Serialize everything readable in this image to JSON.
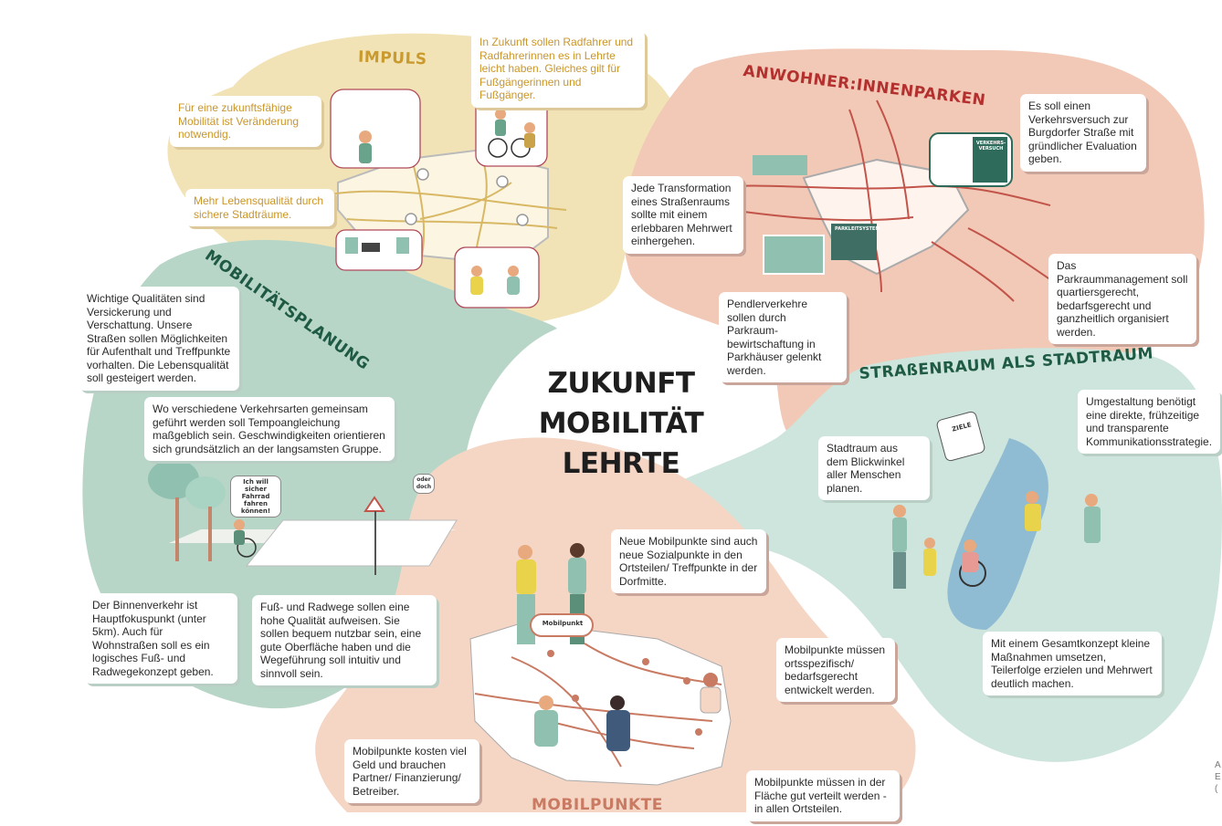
{
  "colors": {
    "impuls_bg": "#f2e3b7",
    "parken_bg": "#f1c9b6",
    "planung_bg": "#b8d6c8",
    "strasse_bg": "#cde5dc",
    "mobil_bg": "#f5d6c5",
    "title_yellow": "#c99a2e",
    "title_red": "#b3302e",
    "title_green": "#1f5a44",
    "text_yellow": "#c9962a",
    "road_red": "#c2544a",
    "road_yellow": "#d9b865"
  },
  "center": {
    "line1": "ZUKUNFT",
    "line2": "MOBILITÄT",
    "line3": "LEHRTE"
  },
  "sections": {
    "impuls": "IMPULS",
    "parken": "ANWOHNER:INNENPARKEN",
    "planung": "MOBILITÄTSPLANUNG",
    "strasse": "STRAßENRAUM ALS STADTRAUM",
    "mobil": "MOBILPUNKTE"
  },
  "cards": {
    "impuls_1": "In Zukunft sollen Radfahrer und Radfahrerinnen es in Lehrte leicht haben. Gleiches gilt für Fußgängerinnen und Fußgänger.",
    "impuls_2": "Für eine zukunftsfähige Mobilität ist Veränderung notwendig.",
    "impuls_3": "Mehr Lebensqualität durch sichere Stadträume.",
    "parken_1": "Es soll einen Verkehrsversuch zur Burgdorfer Straße mit gründlicher Evaluation geben.",
    "parken_2": "Jede Transformation eines Straßenraums sollte mit einem erlebbaren Mehrwert einhergehen.",
    "parken_3": "Das Parkraummanagement soll quartiersgerecht, bedarfsgerecht und ganzheitlich organisiert werden.",
    "parken_4": "Pendlerverkehre sollen durch Parkraum-bewirtschaftung in Parkhäuser gelenkt werden.",
    "planung_1": "Wichtige Qualitäten sind Versickerung und Verschattung. Unsere Straßen sollen Möglichkeiten für Aufenthalt und Treffpunkte vorhalten. Die Lebensqualität soll gesteigert werden.",
    "planung_2": "Wo verschiedene Verkehrsarten gemeinsam geführt werden soll Tempoangleichung maßgeblich sein. Geschwindigkeiten orientieren sich grundsätzlich an der langsamsten Gruppe.",
    "planung_3": "Der Binnenverkehr ist Hauptfokuspunkt (unter 5km). Auch für Wohnstraßen soll es ein logisches Fuß- und Radwegekonzept geben.",
    "planung_4": "Fuß- und Radwege sollen eine hohe Qualität aufweisen. Sie sollen bequem nutzbar sein, eine gute Oberfläche haben und die Wegeführung soll intuitiv und sinnvoll sein.",
    "strasse_1": "Umgestaltung benötigt eine direkte, frühzeitige und transparente Kommunikationsstrategie.",
    "strasse_2": "Stadtraum aus dem Blickwinkel aller Menschen planen.",
    "strasse_3": "Mit einem Gesamtkonzept kleine Maßnahmen umsetzen, Teilerfolge erzielen und Mehrwert deutlich machen.",
    "mobil_1": "Neue Mobilpunkte sind auch neue Sozialpunkte in den Ortsteilen/ Treffpunkte in der Dorfmitte.",
    "mobil_2": "Mobilpunkte müssen ortsspezifisch/ bedarfsgerecht entwickelt werden.",
    "mobil_3": "Mobilpunkte kosten viel Geld und brauchen Partner/ Finanzierung/ Betreiber.",
    "mobil_4": "Mobilpunkte müssen in der Fläche gut verteilt werden - in allen Ortsteilen."
  },
  "illustration_text": {
    "bike_bubble": "Ich will sicher Fahrrad fahren können!",
    "oder_doch": "oder doch",
    "mobilpunkt_sign": "Mobilpunkt",
    "ziele": "ZIELE",
    "verkehrsversuch": "VERKEHRS-VERSUCH",
    "parkleitsystem": "PARKLEITSYSTEM"
  },
  "edge_text": {
    "l1": "A",
    "l2": "E",
    "l3": "("
  },
  "icons": [
    "map-pin-icon",
    "bicycle-icon",
    "traffic-sign-icon",
    "person-icon",
    "tree-icon",
    "parking-garage-icon",
    "checklist-icon"
  ]
}
